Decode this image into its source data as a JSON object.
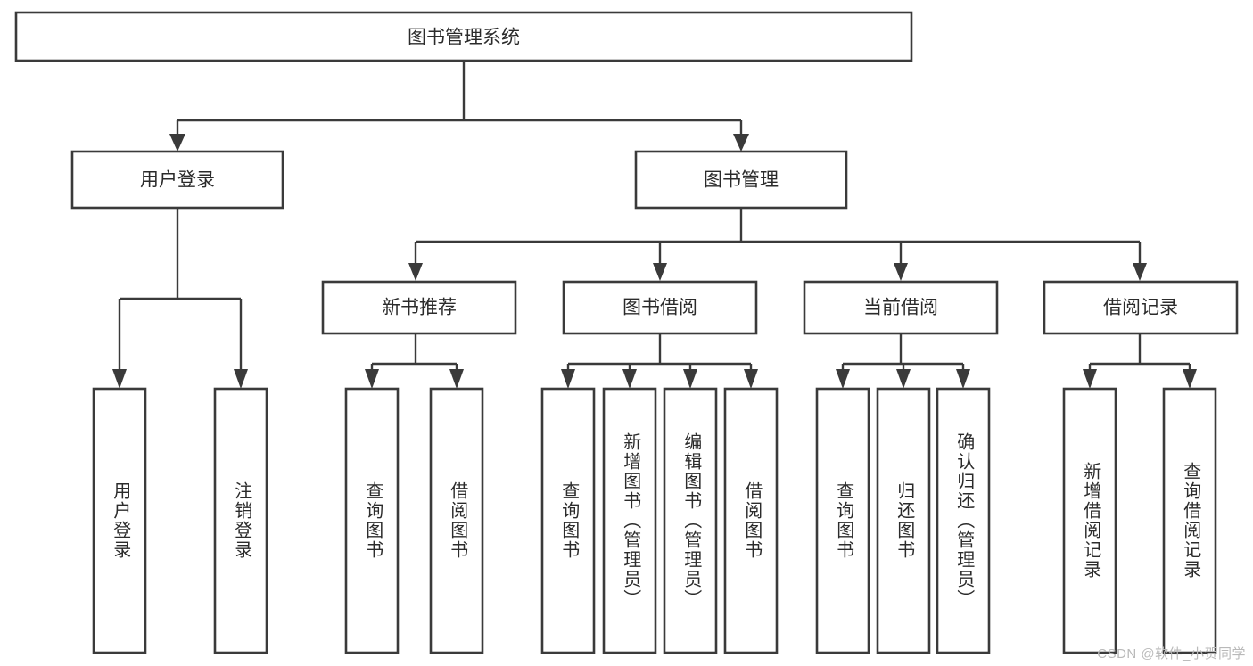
{
  "diagram": {
    "title": "图书管理系统",
    "watermark": "CSDN @软件_小贺同学",
    "orientation": "top-down-tree",
    "levels": 4,
    "nodes": {
      "root": {
        "label": "图书管理系统"
      },
      "level2": [
        {
          "id": "user-login",
          "label": "用户登录"
        },
        {
          "id": "book-manage",
          "label": "图书管理"
        }
      ],
      "level3": [
        {
          "id": "new-book-recommend",
          "label": "新书推荐"
        },
        {
          "id": "book-borrow",
          "label": "图书借阅"
        },
        {
          "id": "current-borrow",
          "label": "当前借阅"
        },
        {
          "id": "borrow-record",
          "label": "借阅记录"
        }
      ],
      "leaves": {
        "user_login": [
          {
            "id": "leaf-user-login",
            "label": "用户登录"
          },
          {
            "id": "leaf-logout",
            "label": "注销登录"
          }
        ],
        "new_book_recommend": [
          {
            "id": "leaf-query-book-1",
            "label": "查询图书"
          },
          {
            "id": "leaf-borrow-book-1",
            "label": "借阅图书"
          }
        ],
        "book_borrow": [
          {
            "id": "leaf-query-book-2",
            "label": "查询图书"
          },
          {
            "id": "leaf-add-book",
            "label": "新增图书（管理员）"
          },
          {
            "id": "leaf-edit-book",
            "label": "编辑图书（管理员）"
          },
          {
            "id": "leaf-borrow-book-2",
            "label": "借阅图书"
          }
        ],
        "current_borrow": [
          {
            "id": "leaf-query-book-3",
            "label": "查询图书"
          },
          {
            "id": "leaf-return-book",
            "label": "归还图书"
          },
          {
            "id": "leaf-confirm-return",
            "label": "确认归还（管理员）"
          }
        ],
        "borrow_record": [
          {
            "id": "leaf-add-record",
            "label": "新增借阅记录"
          },
          {
            "id": "leaf-query-record",
            "label": "查询借阅记录"
          }
        ]
      }
    },
    "colors": {
      "box_fill": "#ffffff",
      "box_stroke": "#3a3a3a",
      "text": "#2b2b2b",
      "watermark": "#b9b9b9",
      "background": "#ffffff"
    }
  }
}
